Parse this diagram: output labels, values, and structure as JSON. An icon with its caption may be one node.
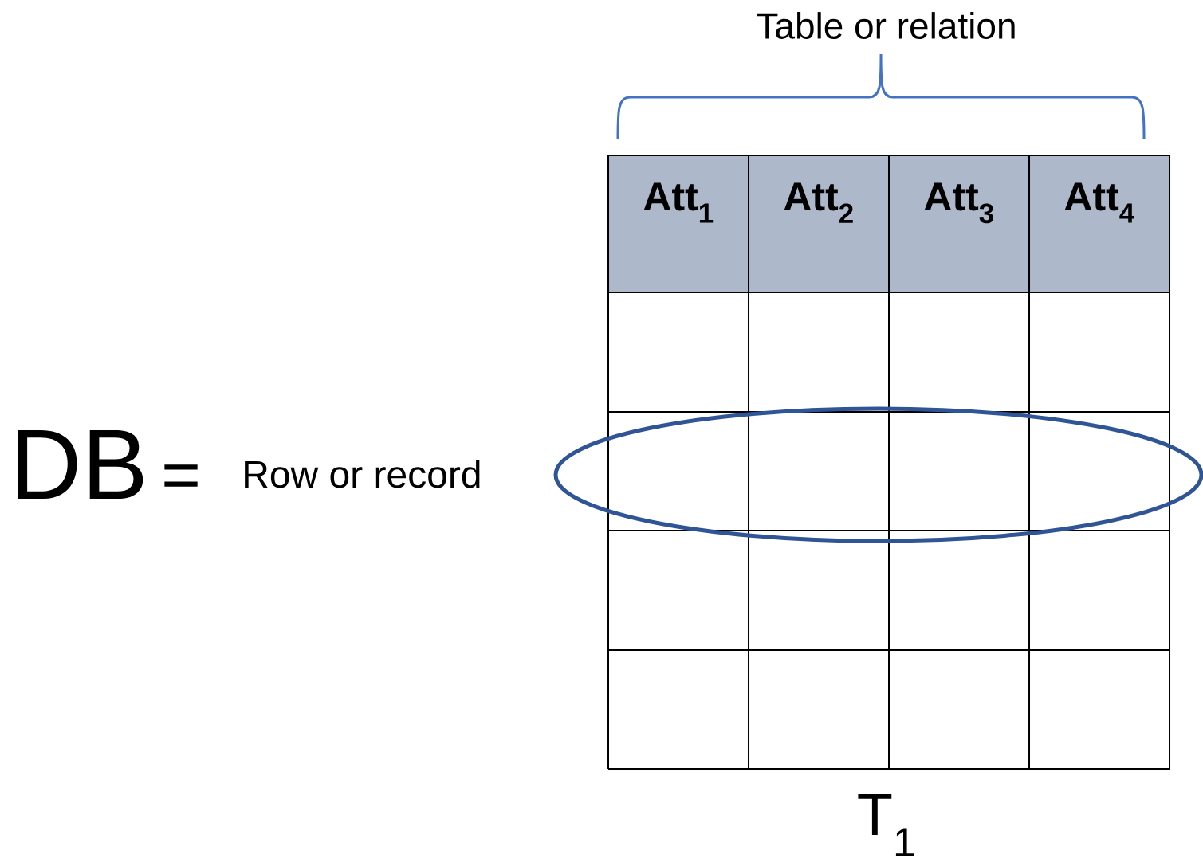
{
  "diagram": {
    "labels": [
      "Table or relation",
      "DB",
      "=",
      "Row  or record",
      "Att$_{1}$",
      "Att$_{2}$",
      "Att$_{3}$",
      "Att$_{4}$",
      "T$_{1}$"
    ]
  }
}
